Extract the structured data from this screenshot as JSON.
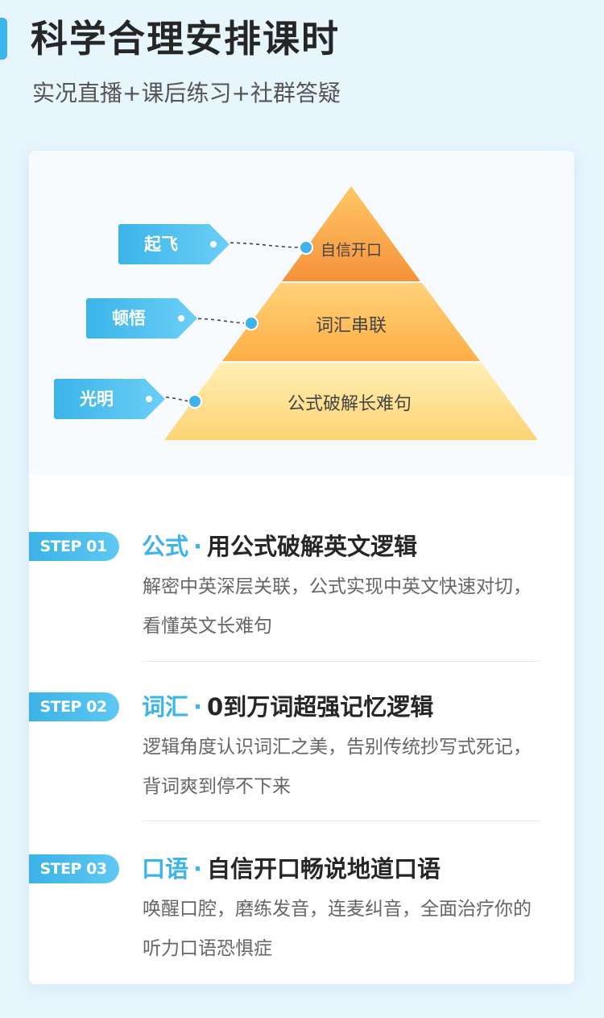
{
  "header": {
    "title": "科学合理安排课时",
    "subtitle": "实况直播+课后练习+社群答疑"
  },
  "pyramid": {
    "tiers": [
      {
        "label": "自信开口",
        "tag": "起飞"
      },
      {
        "label": "词汇串联",
        "tag": "顿悟"
      },
      {
        "label": "公式破解长难句",
        "tag": "光明"
      }
    ],
    "colors": {
      "top": "#f6913a",
      "middle": "#fdb24a",
      "bottom": "#fdd97d",
      "accent": "#3cb4e9"
    }
  },
  "steps": [
    {
      "badge": "STEP 01",
      "category": "公式",
      "separator": "·",
      "title": "用公式破解英文逻辑",
      "description": "解密中英深层关联，公式实现中英文快速对切，看懂英文长难句"
    },
    {
      "badge": "STEP 02",
      "category": "词汇",
      "separator": "·",
      "title": "0到万词超强记忆逻辑",
      "description": "逻辑角度认识词汇之美，告别传统抄写式死记，背词爽到停不下来"
    },
    {
      "badge": "STEP 03",
      "category": "口语",
      "separator": "·",
      "title": "自信开口畅说地道口语",
      "description": "唤醒口腔，磨练发音，连麦纠音，全面治疗你的听力口语恐惧症"
    }
  ]
}
